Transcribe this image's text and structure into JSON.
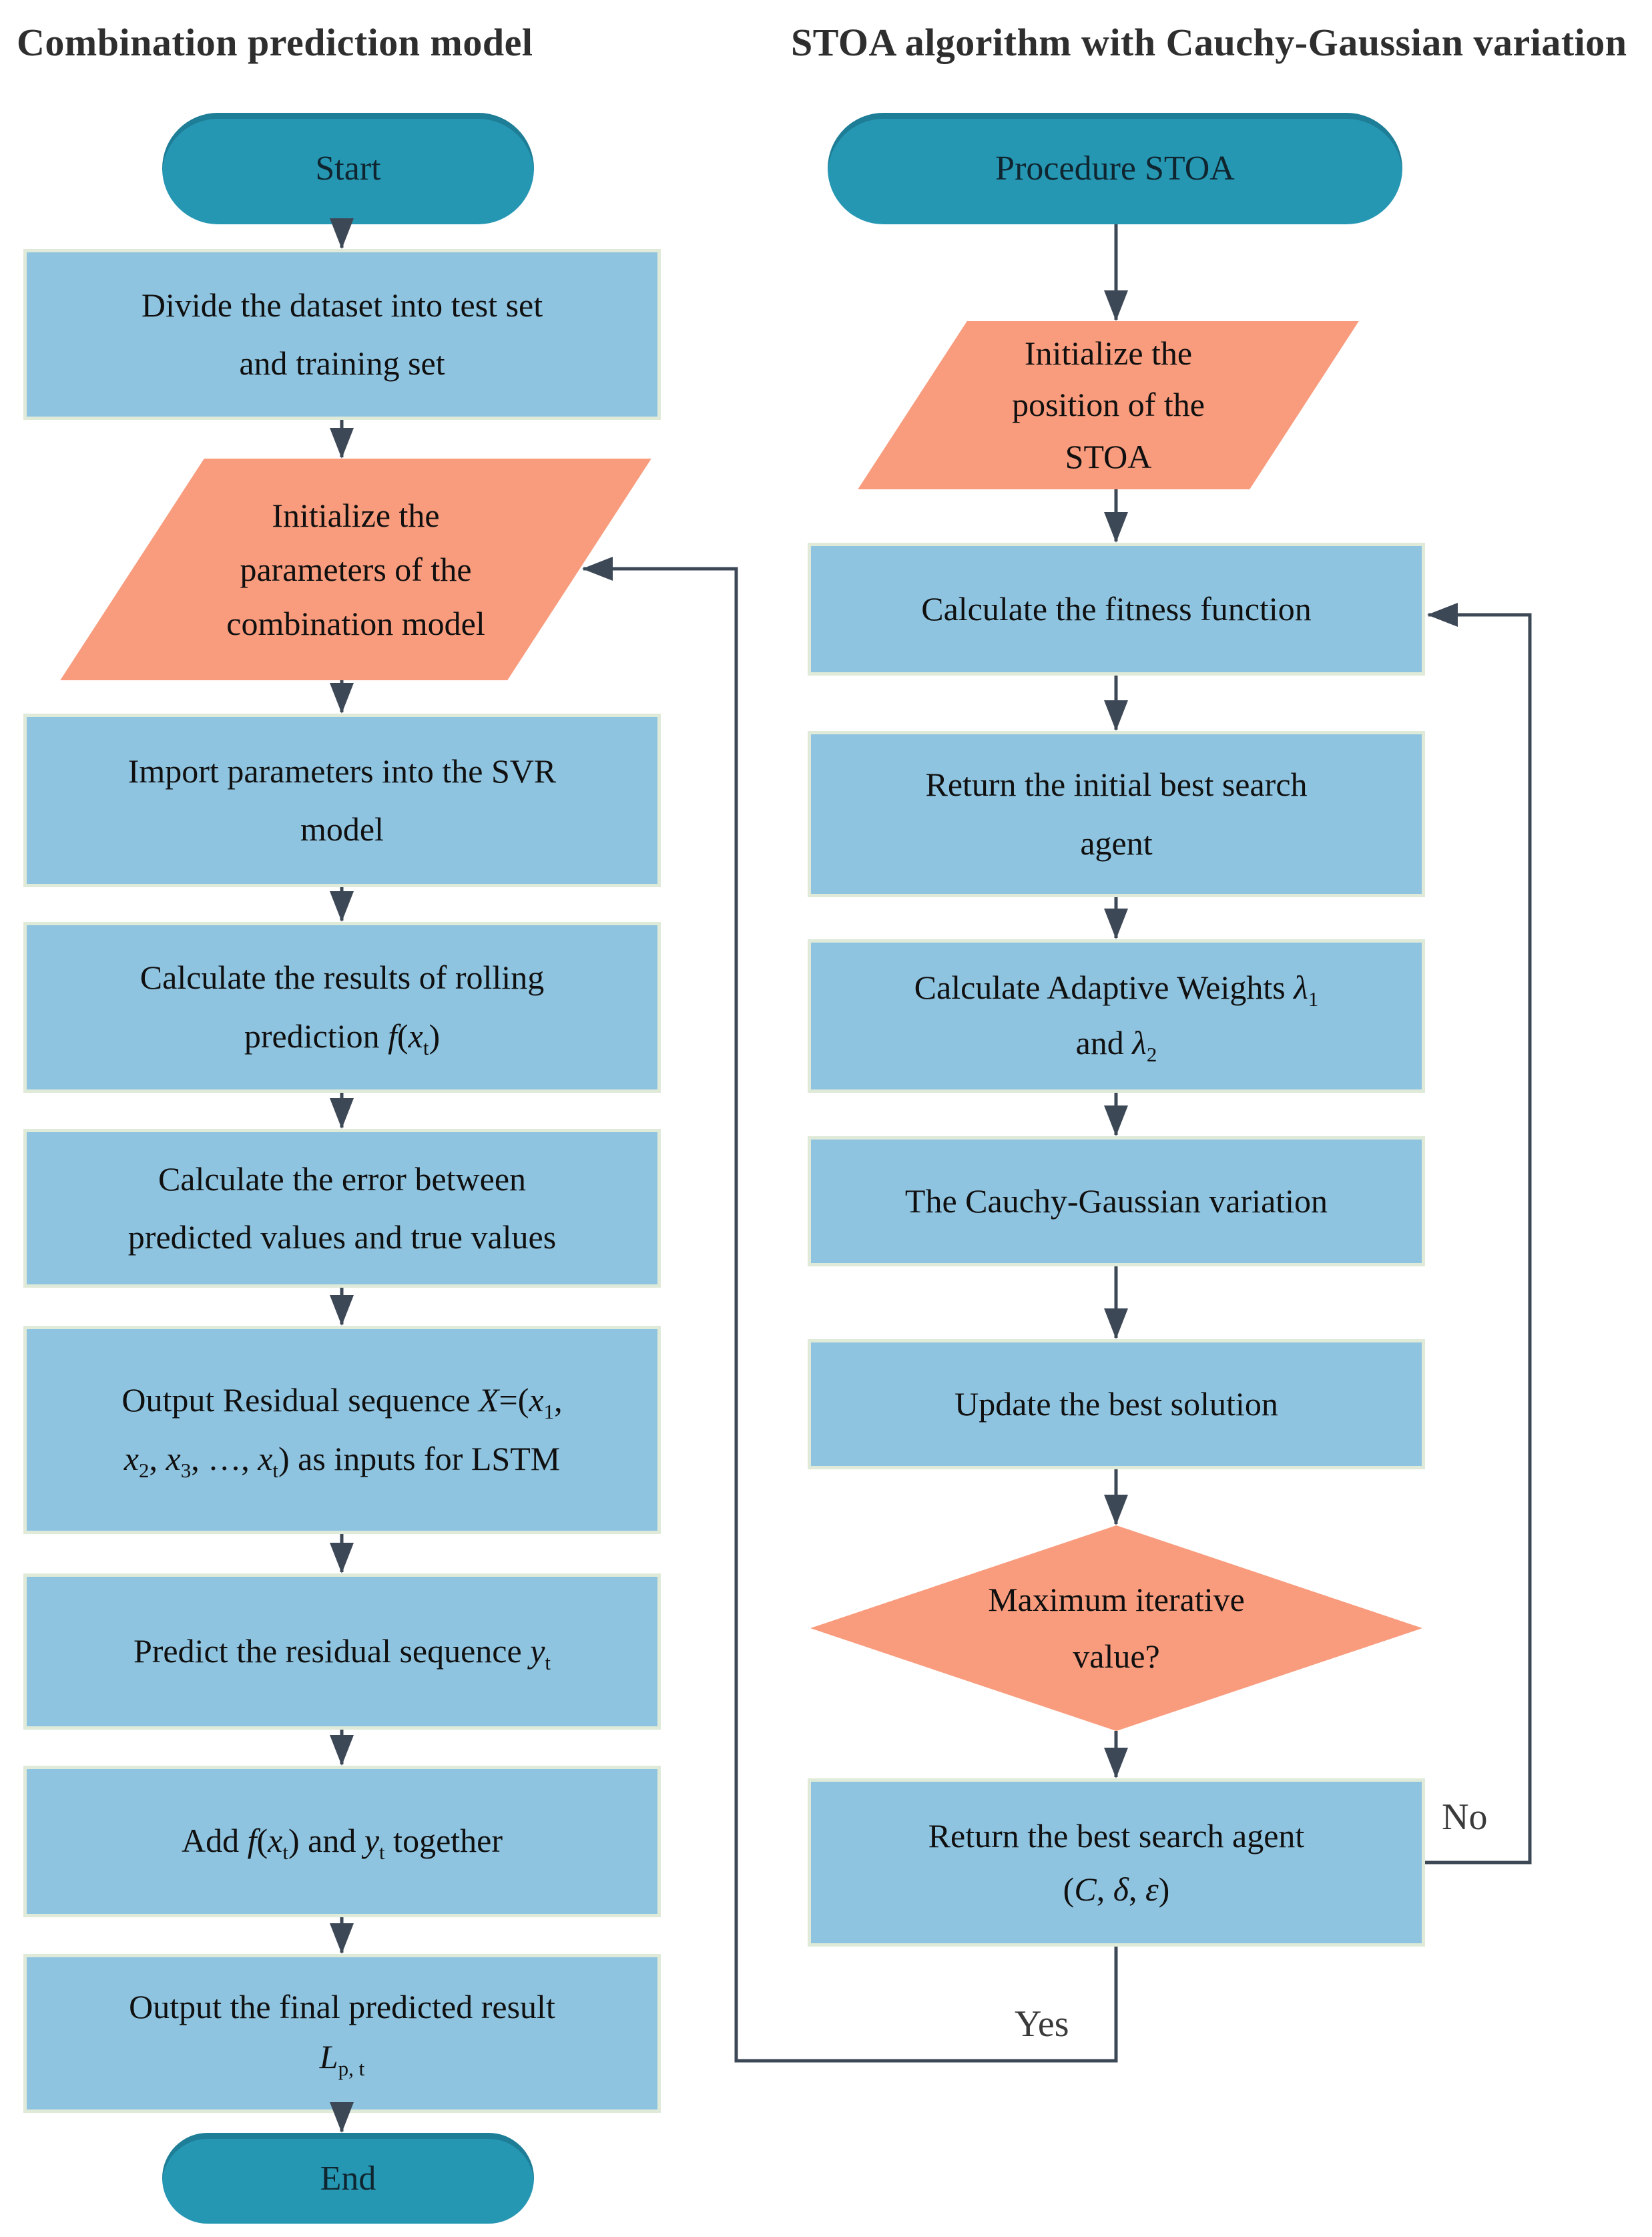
{
  "headers": {
    "left_column": "Combination prediction model",
    "right_column": "STOA algorithm with Cauchy-Gaussian variation"
  },
  "left_nodes": [
    {
      "id": "start",
      "shape": "terminal",
      "label": "Start"
    },
    {
      "id": "divide-dataset",
      "shape": "process",
      "label": "Divide the dataset into test set<br>and training set"
    },
    {
      "id": "init-parameters",
      "shape": "io",
      "label": "Initialize the<br>parameters of the<br>combination model"
    },
    {
      "id": "import-svr",
      "shape": "process",
      "label": "Import parameters into the SVR<br>model"
    },
    {
      "id": "rolling-prediction",
      "shape": "process",
      "label": "Calculate the results of rolling<br>prediction <i>f</i>(<i>x</i><sub>t</sub>)"
    },
    {
      "id": "error-calc",
      "shape": "process",
      "label": "Calculate the error between<br>predicted values and true values"
    },
    {
      "id": "residual-output",
      "shape": "process",
      "label": "Output Residual sequence <i>X</i>=(<i>x</i><sub>1</sub>,<br><i>x</i><sub>2</sub>, <i>x</i><sub>3</sub>, &hellip;, <i>x</i><sub>t</sub>) as inputs for LSTM"
    },
    {
      "id": "predict-residual",
      "shape": "process",
      "label": "Predict the residual sequence <i>y</i><sub>t</sub>"
    },
    {
      "id": "add-together",
      "shape": "process",
      "label": "Add <i>f</i>(<i>x</i><sub>t</sub>) and <i>y</i><sub>t</sub> together"
    },
    {
      "id": "final-result",
      "shape": "process",
      "label": "Output the final predicted result<br><i>L</i><sub>p, t</sub>"
    },
    {
      "id": "end",
      "shape": "terminal",
      "label": "End"
    }
  ],
  "right_nodes": [
    {
      "id": "procedure-stoa",
      "shape": "terminal",
      "label": "Procedure STOA"
    },
    {
      "id": "init-position",
      "shape": "io",
      "label": "Initialize the<br>position of the<br>STOA"
    },
    {
      "id": "fitness-function",
      "shape": "process",
      "label": "Calculate the fitness function"
    },
    {
      "id": "initial-best-agent",
      "shape": "process",
      "label": "Return the initial best search<br>agent"
    },
    {
      "id": "adaptive-weights",
      "shape": "process",
      "label": "Calculate Adaptive Weights <i>&lambda;</i><sub>1</sub><br>and <i>&lambda;</i><sub>2</sub>"
    },
    {
      "id": "cauchy-gaussian",
      "shape": "process",
      "label": "The Cauchy-Gaussian variation"
    },
    {
      "id": "update-best",
      "shape": "process",
      "label": "Update the best solution"
    },
    {
      "id": "max-iteration-decision",
      "shape": "decision",
      "label": "Maximum iterative<br>value?"
    },
    {
      "id": "best-agent-return",
      "shape": "process",
      "label": "Return the best search agent<br>(<i>C</i>, <i>&delta;</i>, <i>&epsilon;</i>)"
    }
  ],
  "edge_labels": {
    "yes": "Yes",
    "no": "No"
  },
  "colors": {
    "terminal_teal": "#2697B3",
    "process_blue": "#8FC4E0",
    "io_salmon": "#F99C7D",
    "process_border": "#E0EAD8",
    "connector": "#3D4856",
    "text": "#101010",
    "header_text": "#2E2E2E"
  }
}
